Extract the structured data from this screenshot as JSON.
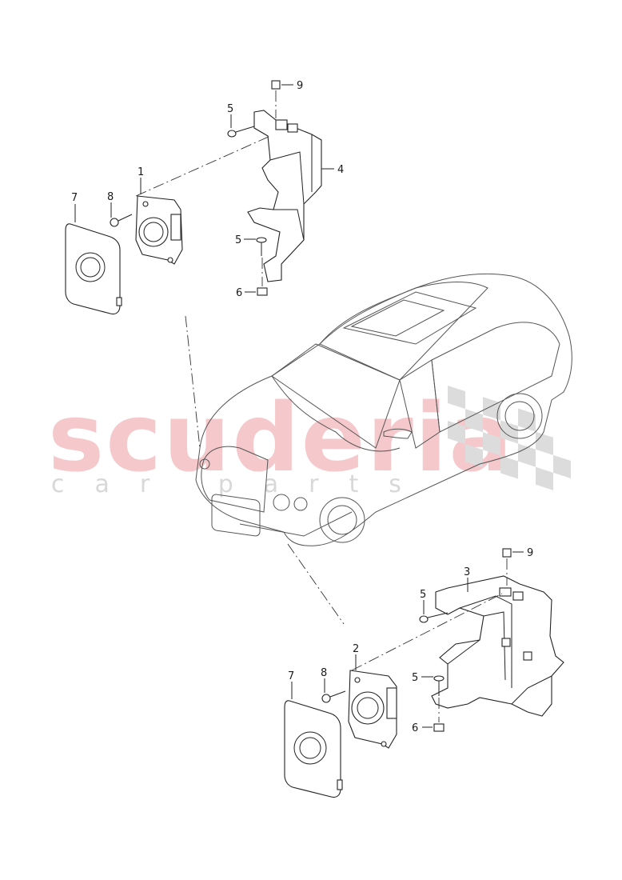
{
  "watermark": {
    "main": "scuderia",
    "sub": "car parts"
  },
  "callouts": {
    "top": {
      "c9": "9",
      "c5a": "5",
      "c4": "4",
      "c1": "1",
      "c7": "7",
      "c8": "8",
      "c5b": "5",
      "c6": "6"
    },
    "bottom": {
      "c9": "9",
      "c3": "3",
      "c5a": "5",
      "c2": "2",
      "c7": "7",
      "c8": "8",
      "c5b": "5",
      "c6": "6"
    }
  }
}
